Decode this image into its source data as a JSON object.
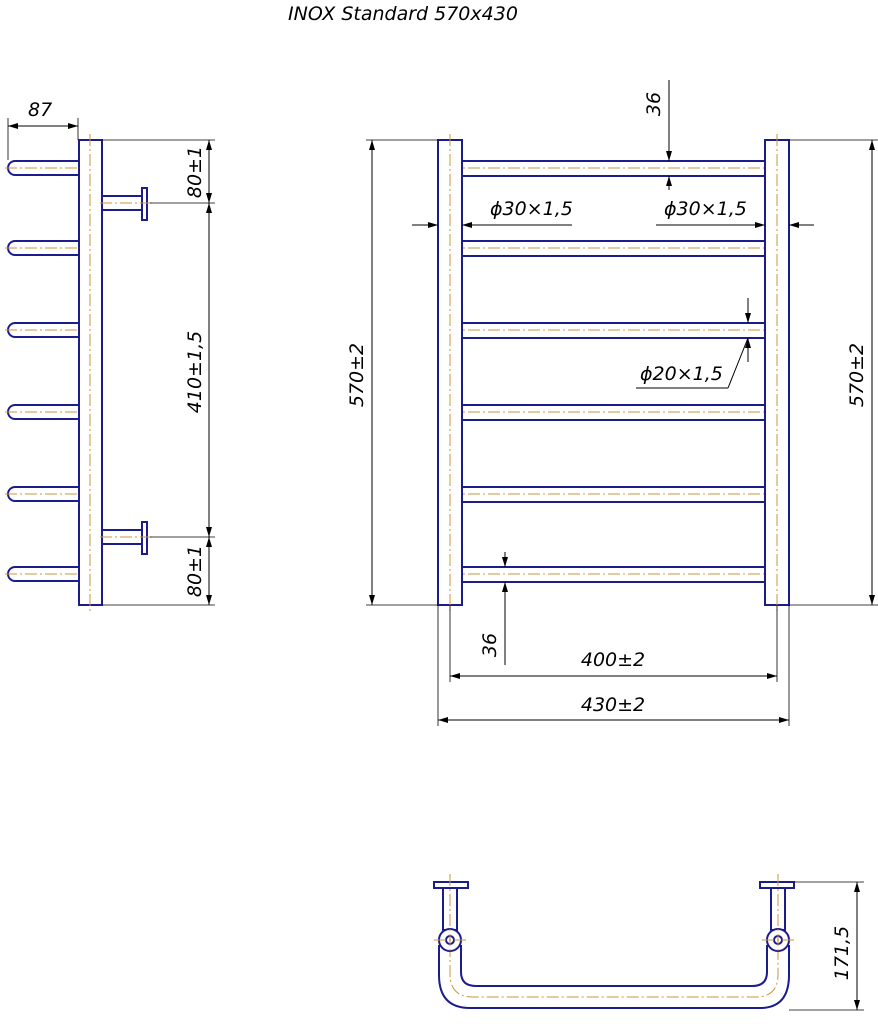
{
  "title": "INOX Standard 570x430",
  "colors": {
    "outline": "#1c1c8c",
    "centerline": "#c8963c",
    "dimension": "#000000",
    "background": "#ffffff"
  },
  "side_view": {
    "depth": "87",
    "top_offset": "80±1",
    "mount_spacing": "410±1,5",
    "bottom_offset": "80±1"
  },
  "front_view": {
    "rail_pitch_top": "36",
    "post_diameter_left": "ϕ30×1,5",
    "post_diameter_right": "ϕ30×1,5",
    "rung_diameter": "ϕ20×1,5",
    "height_left": "570±2",
    "height_right": "570±2",
    "rail_pitch_bottom": "36",
    "inner_width": "400±2",
    "overall_width": "430±2"
  },
  "top_view": {
    "projection": "171,5"
  }
}
